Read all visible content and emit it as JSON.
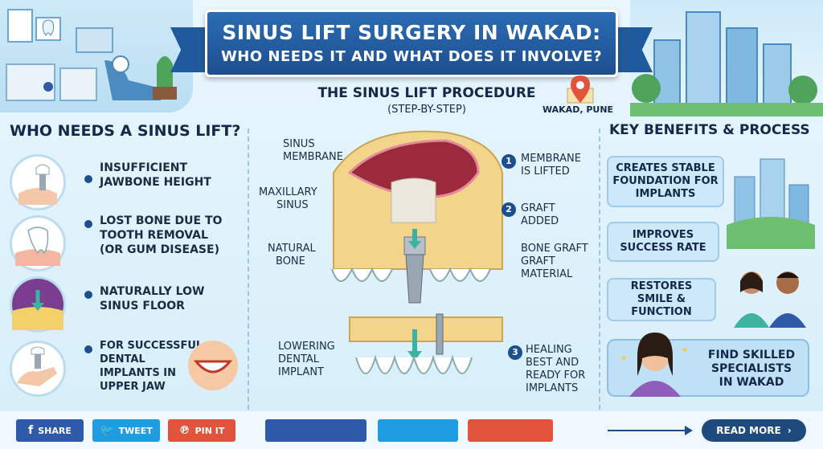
{
  "header": {
    "title_line1": "SINUS LIFT SURGERY IN WAKAD:",
    "title_line2": "WHO NEEDS IT AND WHAT DOES IT INVOLVE?"
  },
  "left": {
    "title": "WHO NEEDS A SINUS LIFT?",
    "items": [
      {
        "line1": "Insufficient",
        "line2": "jawbone height",
        "line3": ""
      },
      {
        "line1": "Lost bone due to",
        "line2": "tooth removal",
        "line3": "(or gum disease)"
      },
      {
        "line1": "Naturally low",
        "line2": "sinus floor",
        "line3": ""
      },
      {
        "line1": "For successful",
        "line2": "dental",
        "line3": "implants in",
        "line4": "upper jaw"
      }
    ]
  },
  "middle": {
    "title": "THE SINUS LIFT PROCEDURE",
    "subtitle": "(STEP-BY-STEP)",
    "location": "WAKAD, PUNE",
    "labels": {
      "sinus_membrane_1": "SINUS",
      "sinus_membrane_2": "MEMBRANE",
      "maxillary_1": "MAXILLARY",
      "maxillary_2": "SINUS",
      "natural_1": "NATURAL",
      "natural_2": "BONE",
      "lowering_1": "LOWERING",
      "lowering_2": "DENTAL",
      "lowering_3": "IMPLANT",
      "bonegraft_1": "BONE GRAFT",
      "bonegraft_2": "GRAFT",
      "bonegraft_3": "MATERIAL"
    },
    "steps": [
      {
        "num": "1",
        "line1": "MEMBRANE",
        "line2": "IS LIFTED",
        "line3": "",
        "line4": ""
      },
      {
        "num": "2",
        "line1": "GRAFT",
        "line2": "ADDED",
        "line3": "",
        "line4": ""
      },
      {
        "num": "3",
        "line1": "HEALING",
        "line2": "BEST AND",
        "line3": "READY FOR",
        "line4": "IMPLANTS"
      }
    ]
  },
  "right": {
    "title": "KEY BENEFITS & PROCESS",
    "benefits": [
      {
        "line1": "Creates stable",
        "line2": "foundation for",
        "line3": "implants"
      },
      {
        "line1": "Improves",
        "line2": "success rate",
        "line3": ""
      },
      {
        "line1": "Restores",
        "line2": "smile & function",
        "line3": ""
      }
    ],
    "cta": {
      "line1": "Find skilled",
      "line2": "specialists",
      "line3": "in Wakad"
    }
  },
  "footer": {
    "share": "SHARE",
    "tweet": "TWEET",
    "pin": "PIN IT",
    "share_glyph": "f",
    "tweet_glyph": "🐦",
    "pin_glyph": "℗",
    "readmore": "READ MORE",
    "readmore_glyph": "›"
  },
  "colors": {
    "facebook": "#2f5aa8",
    "twitter": "#1f9de0",
    "pinterest": "#e2533b",
    "navy": "#1d4f8f"
  }
}
